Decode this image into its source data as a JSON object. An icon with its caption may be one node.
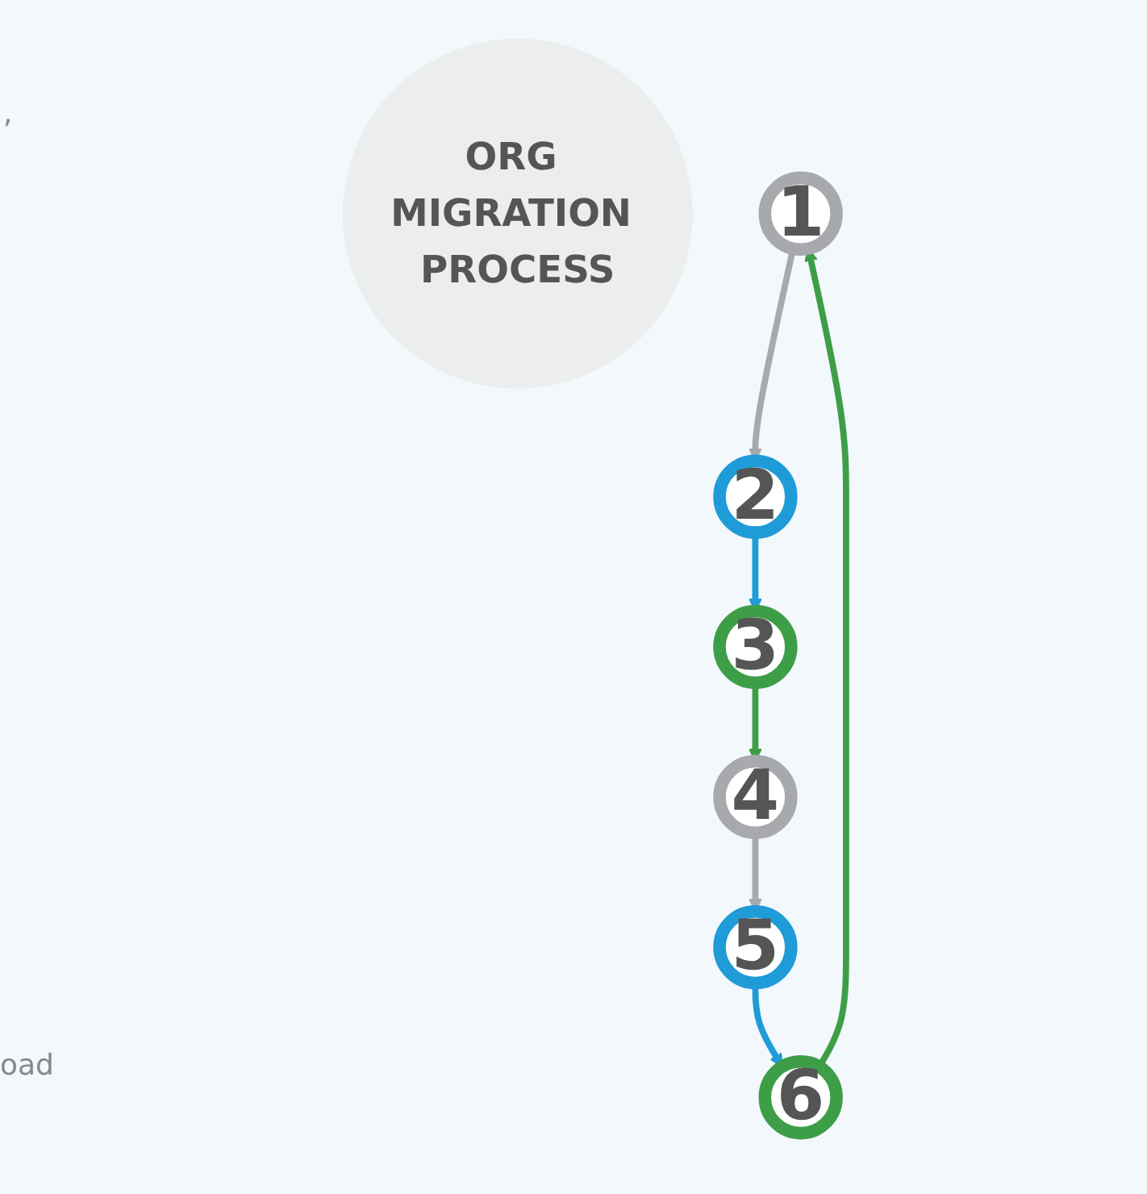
{
  "diagram": {
    "nodes": [
      {
        "text": [
          "ORG MIGRATION PROCESS"
        ]
      },
      {
        "text": [
          "1"
        ]
      },
      {
        "text": [
          "2"
        ]
      },
      {
        "text": [
          "3"
        ]
      },
      {
        "text": [
          "4"
        ]
      },
      {
        "text": [
          "5"
        ]
      },
      {
        "text": [
          "6"
        ]
      }
    ],
    "edges": [
      {
        "from": 1,
        "to": 2,
        "arrow": "to",
        "color": "#a7a9ac"
      },
      {
        "from": 2,
        "to": 3,
        "arrow": "to",
        "color": "#1f9bd7"
      },
      {
        "from": 3,
        "to": 4,
        "arrow": "to",
        "color": "#3e9e47"
      },
      {
        "from": 4,
        "to": 5,
        "arrow": "to",
        "color": "#a7a9ac"
      },
      {
        "from": 5,
        "to": 6,
        "arrow": "to",
        "color": "#1f9bd7"
      },
      {
        "from": 6,
        "to": 1,
        "arrow": "to",
        "color": "#3e9e47"
      }
    ],
    "labels": [
      ",",
      "oad"
    ]
  }
}
